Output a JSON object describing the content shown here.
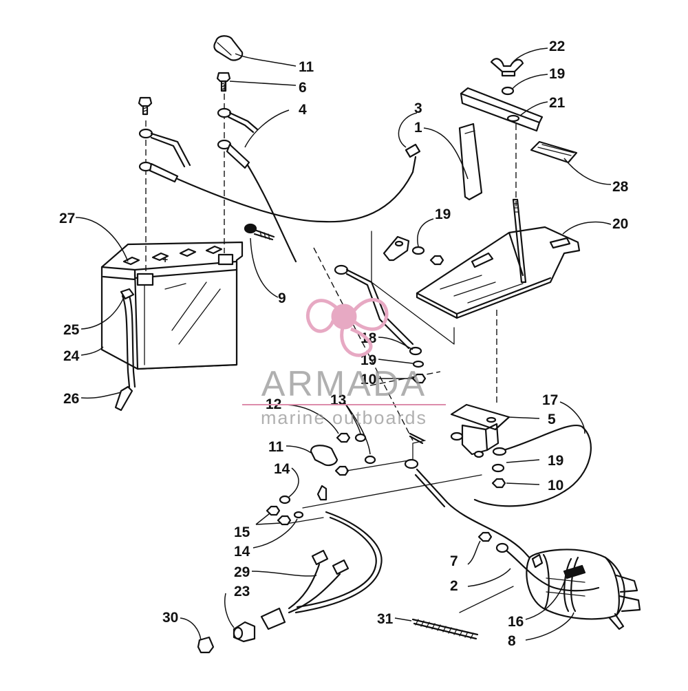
{
  "watermark": {
    "brand": "ARMADA",
    "tagline": "marine outboards",
    "colors": {
      "propeller": "#e7a9c3",
      "text": "#9a9a9a",
      "line": "#dc8caa"
    }
  },
  "callouts": [
    {
      "id": "c22",
      "label": "22"
    },
    {
      "id": "c19a",
      "label": "19"
    },
    {
      "id": "c21",
      "label": "21"
    },
    {
      "id": "c11a",
      "label": "11"
    },
    {
      "id": "c6",
      "label": "6"
    },
    {
      "id": "c4",
      "label": "4"
    },
    {
      "id": "c3",
      "label": "3"
    },
    {
      "id": "c1",
      "label": "1"
    },
    {
      "id": "c28",
      "label": "28"
    },
    {
      "id": "c19b",
      "label": "19"
    },
    {
      "id": "c20",
      "label": "20"
    },
    {
      "id": "c27",
      "label": "27"
    },
    {
      "id": "c9",
      "label": "9"
    },
    {
      "id": "c25",
      "label": "25"
    },
    {
      "id": "c24",
      "label": "24"
    },
    {
      "id": "c26",
      "label": "26"
    },
    {
      "id": "c18",
      "label": "18"
    },
    {
      "id": "c19c",
      "label": "19"
    },
    {
      "id": "c10a",
      "label": "10"
    },
    {
      "id": "c12",
      "label": "12"
    },
    {
      "id": "c13",
      "label": "13"
    },
    {
      "id": "c17",
      "label": "17"
    },
    {
      "id": "c5",
      "label": "5"
    },
    {
      "id": "c11b",
      "label": "11"
    },
    {
      "id": "c19d",
      "label": "19"
    },
    {
      "id": "c10b",
      "label": "10"
    },
    {
      "id": "c14a",
      "label": "14"
    },
    {
      "id": "c15",
      "label": "15"
    },
    {
      "id": "c14b",
      "label": "14"
    },
    {
      "id": "c7",
      "label": "7"
    },
    {
      "id": "c29",
      "label": "29"
    },
    {
      "id": "c2",
      "label": "2"
    },
    {
      "id": "c23",
      "label": "23"
    },
    {
      "id": "c30",
      "label": "30"
    },
    {
      "id": "c31",
      "label": "31"
    },
    {
      "id": "c16",
      "label": "16"
    },
    {
      "id": "c8",
      "label": "8"
    }
  ]
}
